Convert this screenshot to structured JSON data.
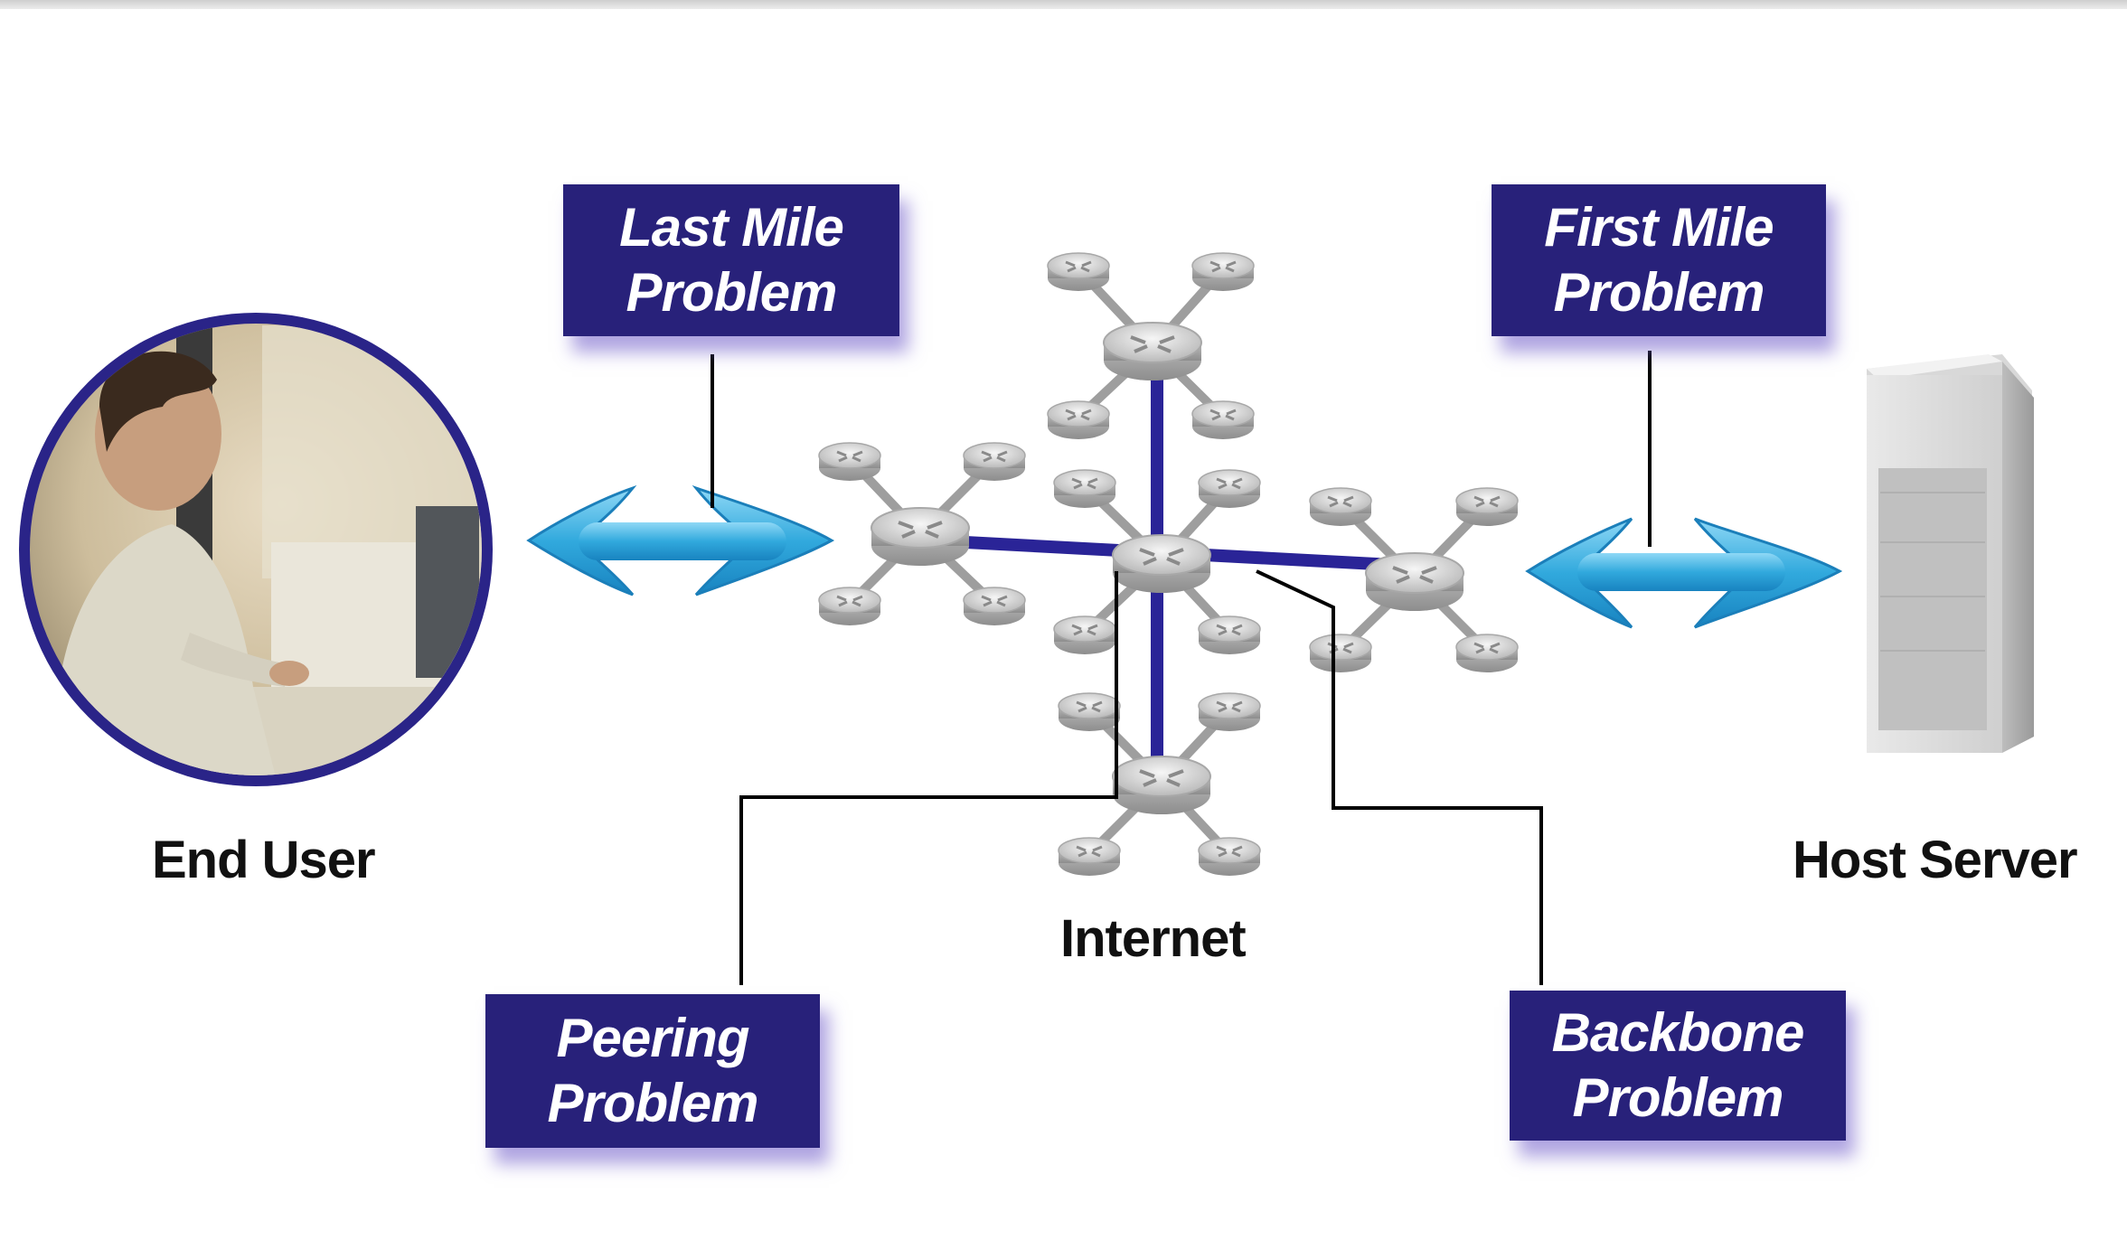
{
  "labels": {
    "end_user": "End User",
    "host_server": "Host Server",
    "internet": "Internet"
  },
  "problems": {
    "last_mile": {
      "line1": "Last Mile",
      "line2": "Problem"
    },
    "first_mile": {
      "line1": "First Mile",
      "line2": "Problem"
    },
    "peering": {
      "line1": "Peering",
      "line2": "Problem"
    },
    "backbone": {
      "line1": "Backbone",
      "line2": "Problem"
    }
  },
  "colors": {
    "box_fill": "#28217a",
    "backbone_link": "#2a2497",
    "arrow": "#2eaadf",
    "callout_line": "#000000"
  },
  "icons": {
    "end_user": "person-at-computer-photo",
    "host_server": "tower-server",
    "router": "router-icon",
    "connection": "double-headed-arrow"
  }
}
